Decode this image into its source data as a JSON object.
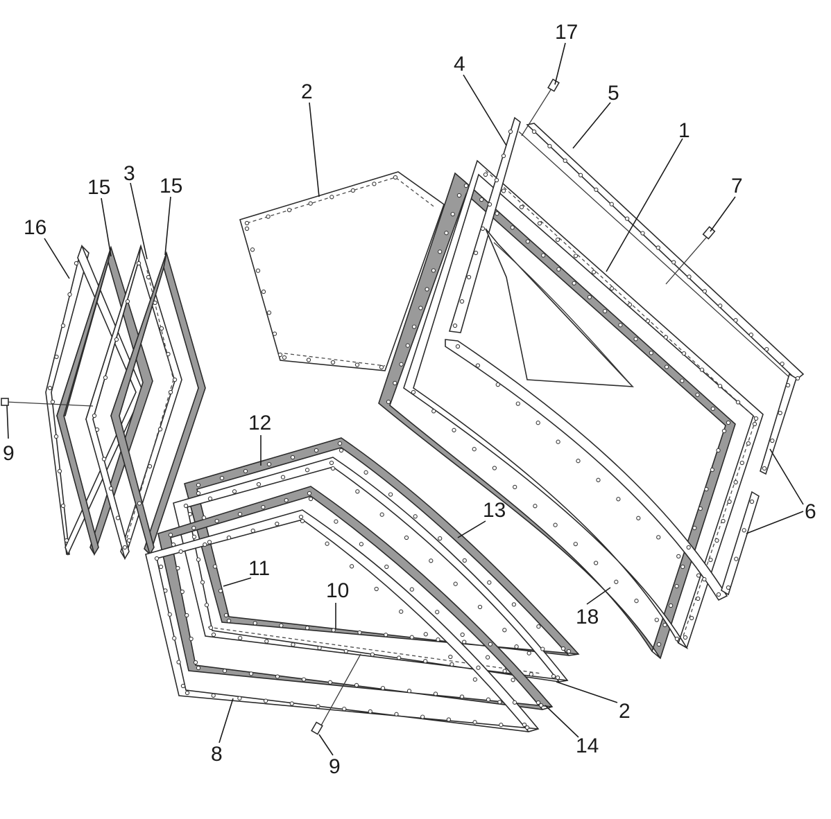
{
  "callouts": [
    {
      "id": "c17",
      "text": "17"
    },
    {
      "id": "c4",
      "text": "4"
    },
    {
      "id": "c5",
      "text": "5"
    },
    {
      "id": "c1",
      "text": "1"
    },
    {
      "id": "c2a",
      "text": "2"
    },
    {
      "id": "c7",
      "text": "7"
    },
    {
      "id": "c3",
      "text": "3"
    },
    {
      "id": "c15a",
      "text": "15"
    },
    {
      "id": "c15b",
      "text": "15"
    },
    {
      "id": "c16",
      "text": "16"
    },
    {
      "id": "c9a",
      "text": "9"
    },
    {
      "id": "c12",
      "text": "12"
    },
    {
      "id": "c13",
      "text": "13"
    },
    {
      "id": "c11",
      "text": "11"
    },
    {
      "id": "c10",
      "text": "10"
    },
    {
      "id": "c18",
      "text": "18"
    },
    {
      "id": "c6",
      "text": "6"
    },
    {
      "id": "c2b",
      "text": "2"
    },
    {
      "id": "c14",
      "text": "14"
    },
    {
      "id": "c8",
      "text": "8"
    },
    {
      "id": "c9b",
      "text": "9"
    }
  ],
  "colors": {
    "line": "#2b2b2b",
    "gasket_fill": "#9a9a9a",
    "background": "#ffffff"
  }
}
